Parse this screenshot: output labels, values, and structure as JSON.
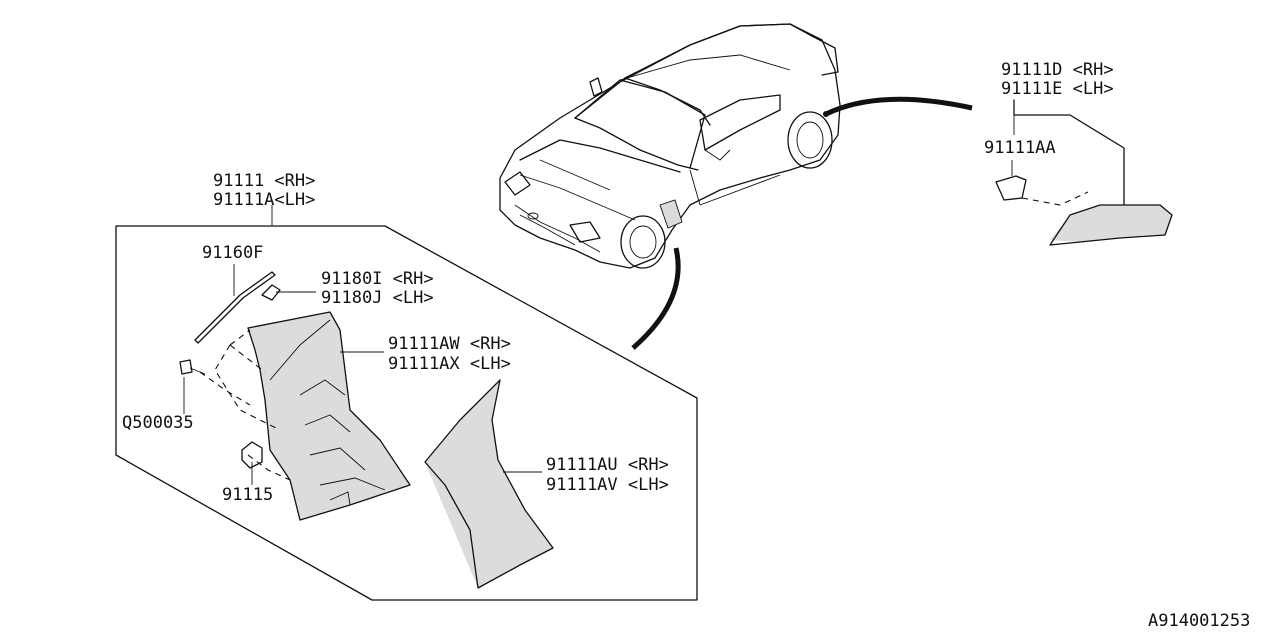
{
  "labels": {
    "part_91111": "91111 <RH>",
    "part_91111A": "91111A<LH>",
    "part_91160F": "91160F",
    "part_91180I": "91180I <RH>",
    "part_91180J": "91180J <LH>",
    "part_91111AW": "91111AW <RH>",
    "part_91111AX": "91111AX <LH>",
    "part_Q500035": "Q500035",
    "part_91115": "91115",
    "part_91111AU": "91111AU <RH>",
    "part_91111AV": "91111AV <LH>",
    "part_91111D": "91111D <RH>",
    "part_91111E": "91111E <LH>",
    "part_91111AA": "91111AA",
    "diagram_id": "A914001253"
  },
  "colors": {
    "line": "#111111",
    "shade": "#dcdcdc",
    "background": "#ffffff"
  }
}
